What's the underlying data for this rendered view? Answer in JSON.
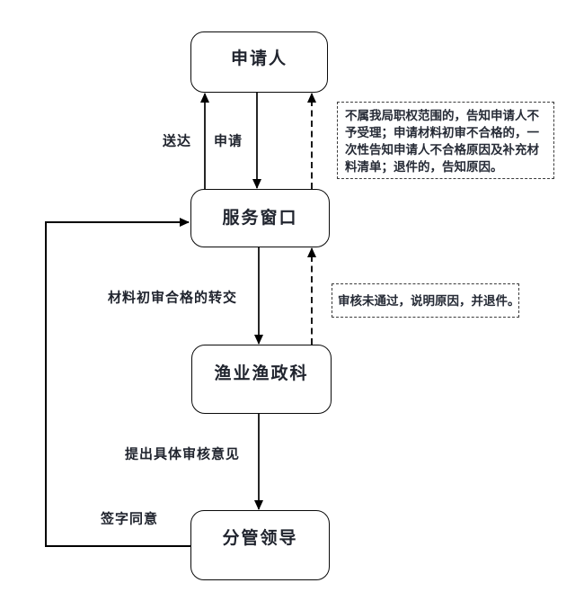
{
  "colors": {
    "background": "#ffffff",
    "line": "#000000",
    "text": "#20242e"
  },
  "nodes": {
    "applicant": {
      "label": "申请人"
    },
    "service_window": {
      "label": "服务窗口"
    },
    "fishery_section": {
      "label": "渔业渔政科"
    },
    "leader": {
      "label": "分管领导"
    }
  },
  "edges": {
    "deliver": {
      "label": "送达"
    },
    "apply": {
      "label": "申请"
    },
    "transfer": {
      "label": "材料初审合格的转交"
    },
    "opinion": {
      "label": "提出具体审核意见"
    },
    "sign": {
      "label": "签字同意"
    }
  },
  "notes": {
    "rejection": {
      "text": "不属我局职权范围的，告知申请人不予受理；申请材料初审不合格的，一次性告知申请人不合格原因及补充材料清单；退件的，告知原因。"
    },
    "review_fail": {
      "text": "审核未通过，说明原因，并退件。"
    }
  }
}
